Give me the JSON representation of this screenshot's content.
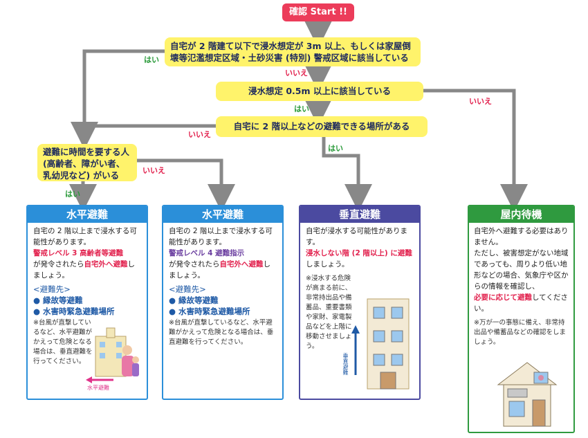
{
  "start": "確認 Start !!",
  "q1": "自宅が 2 階建て以下で浸水想定が 3m 以上、もしくは家屋倒壊等氾濫想定区域・土砂災害 (特別) 警戒区域に該当している",
  "q2": "浸水想定 0.5m 以上に該当している",
  "q3": "自宅に 2 階以上などの避難できる場所がある",
  "q4": "避難に時間を要する人 (高齢者、障がい者、乳幼児など) がいる",
  "labels": {
    "yes": "はい",
    "no": "いいえ"
  },
  "cards": {
    "a": {
      "title": "水平避難",
      "t1": "自宅の 2 階以上まで浸水する可能性があります。",
      "level": "警戒レベル 3 高齢者等避難",
      "t2a": "が発令されたら",
      "t2b": "自宅外へ避難",
      "t2c": "しましょう。",
      "dest_title": "<避難先>",
      "dest1": "● 縁故等避難",
      "dest2": "● 水害時緊急避難場所",
      "note": "※台風が直撃しているなど、水平避難がかえって危険となる場合は、垂直避難を行ってください。",
      "arrow_label": "水平避難"
    },
    "b": {
      "title": "水平避難",
      "t1": "自宅の 2 階以上まで浸水する可能性があります。",
      "level": "警戒レベル 4 避難指示",
      "t2a": "が発令されたら",
      "t2b": "自宅外へ避難",
      "t2c": "しましょう。",
      "dest_title": "<避難先>",
      "dest1": "● 縁故等避難",
      "dest2": "● 水害時緊急避難場所",
      "note": "※台風が直撃しているなど、水平避難がかえって危険となる場合は、垂直避難を行ってください。"
    },
    "c": {
      "title": "垂直避難",
      "t1": "自宅が浸水する可能性があります。",
      "t2": "浸水しない階 (2 階以上) に避難",
      "t3": "しましょう。",
      "note": "※浸水する危険が高まる前に、非常持出品や備蓄品、重要書類や家財、家電製品などを上階に移動させましょう。",
      "arrow_label": "垂直避難"
    },
    "d": {
      "title": "屋内待機",
      "t1": "自宅外へ避難する必要はありません。",
      "t2": "ただし、被害想定がない地域であっても、周りより低い地形などの場合、気象庁や区からの情報を確認し、",
      "t3": "必要に応じて避難",
      "t4": "してください。",
      "note": "※万が一の事態に備え、非常持出品や備蓄品などの確認をしましょう。"
    }
  },
  "colors": {
    "start": "#ec3c5a",
    "question": "#fff36b",
    "line": "#888888",
    "blue": "#2b8fd9",
    "purple": "#4b4aa0",
    "green": "#2f9a3f"
  }
}
